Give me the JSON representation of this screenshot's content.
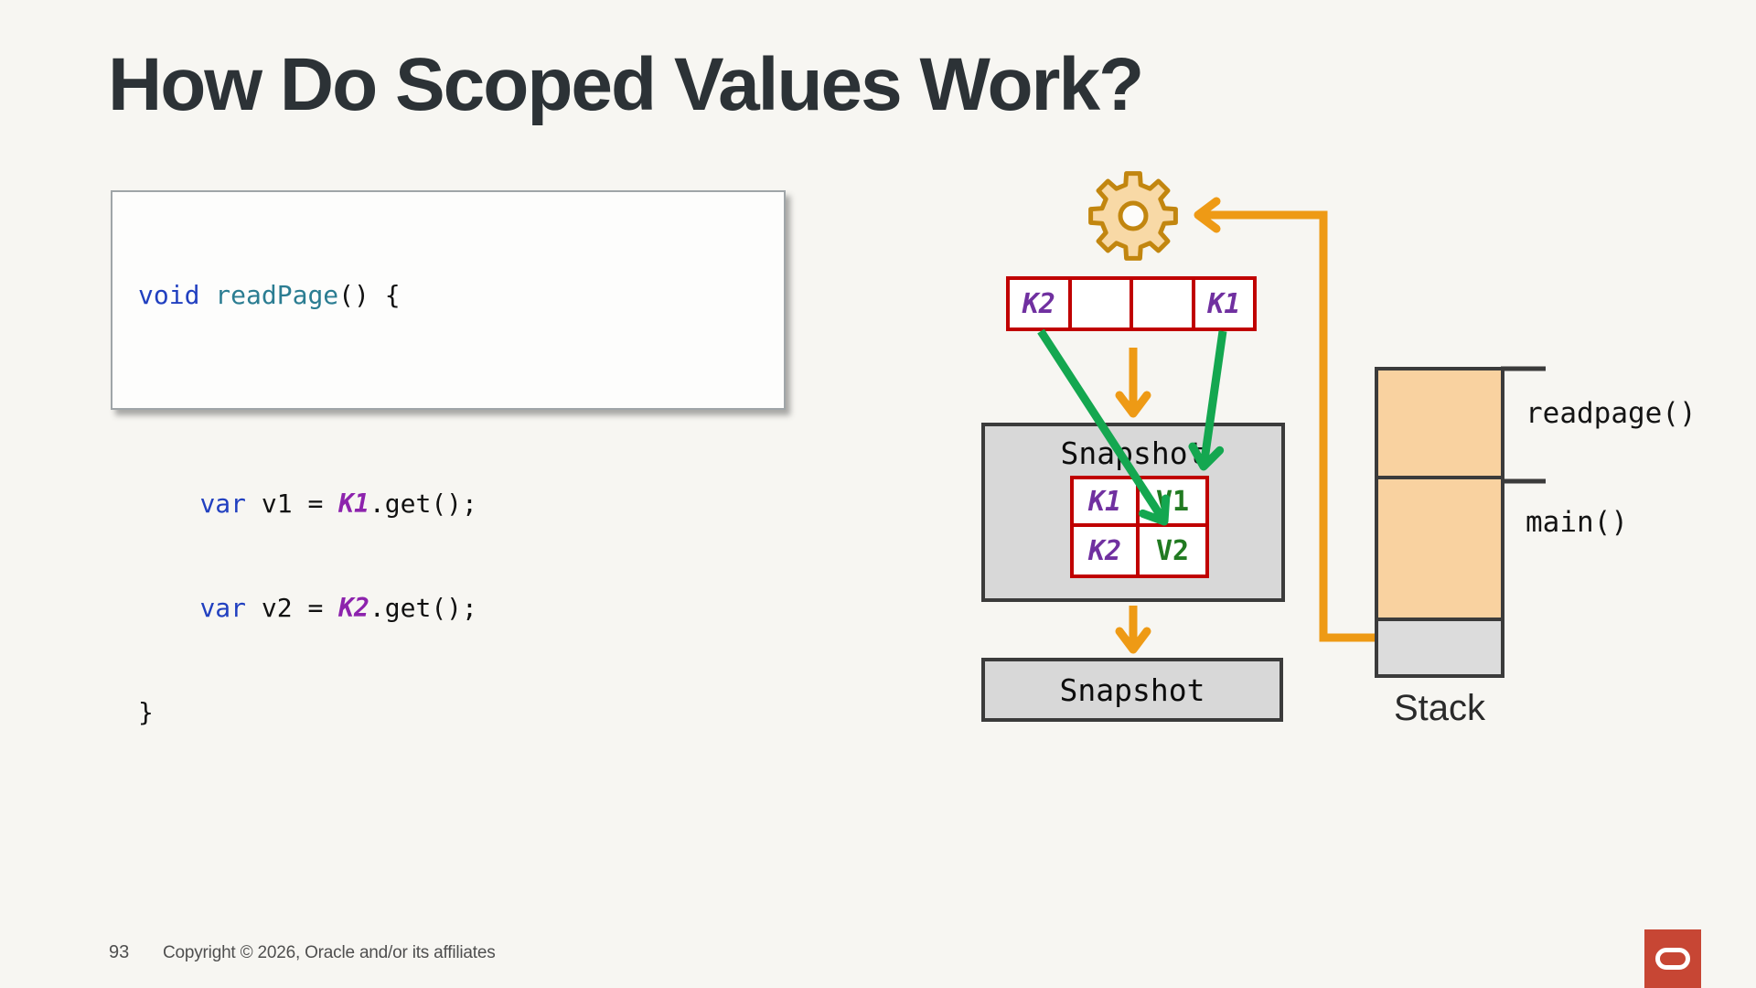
{
  "slide": {
    "title": "How Do Scoped Values Work?",
    "background_color": "#f7f6f2"
  },
  "code_block": {
    "line1": {
      "keyword": "void",
      "space": " ",
      "function": "readPage",
      "rest": "() {"
    },
    "line2": "",
    "line3": {
      "indent": "    ",
      "keyword": "var",
      "middle": " v1 = ",
      "key": "K1",
      "rest": ".get();"
    },
    "line4": {
      "indent": "    ",
      "keyword": "var",
      "middle": " v2 = ",
      "key": "K2",
      "rest": ".get();"
    },
    "line5": {
      "brace": "}"
    }
  },
  "diagram": {
    "gear_icon": "gear-icon",
    "bindings_row": {
      "cells": [
        "K2",
        "",
        "",
        "K1"
      ]
    },
    "snapshot_top": {
      "label": "Snapshot",
      "table": {
        "rows": [
          [
            "K1",
            "V1"
          ],
          [
            "K2",
            "V2"
          ]
        ]
      }
    },
    "snapshot_bottom": {
      "label": "Snapshot"
    },
    "stack": {
      "caption": "Stack",
      "frames": [
        {
          "label": "readpage()"
        },
        {
          "label": "main()"
        },
        {
          "label": ""
        }
      ]
    }
  },
  "footer": {
    "page_number": "93",
    "copyright": "Copyright © 2026, Oracle and/or its affiliates"
  },
  "logo": {
    "name": "oracle-logo",
    "color": "#c74634"
  },
  "colors": {
    "bg": "#f7f6f2",
    "title": "#2c3236",
    "red": "#c00000",
    "purple": "#7030a0",
    "code_key": "#8d23ad",
    "kw_blue": "#2140c0",
    "fn_teal": "#2b7d92",
    "val_green": "#217a21",
    "arrow_green": "#14a750",
    "arrow_orange": "#ee9a15",
    "gear_fill": "#f8d9a6",
    "gear_stroke": "#c2860f",
    "stack_fill": "#f9d2a0",
    "box_fill": "#d8d8d8",
    "box_border": "#3b3b3b",
    "oracle_red": "#c74634",
    "footer_gray": "#4f4f4f"
  }
}
